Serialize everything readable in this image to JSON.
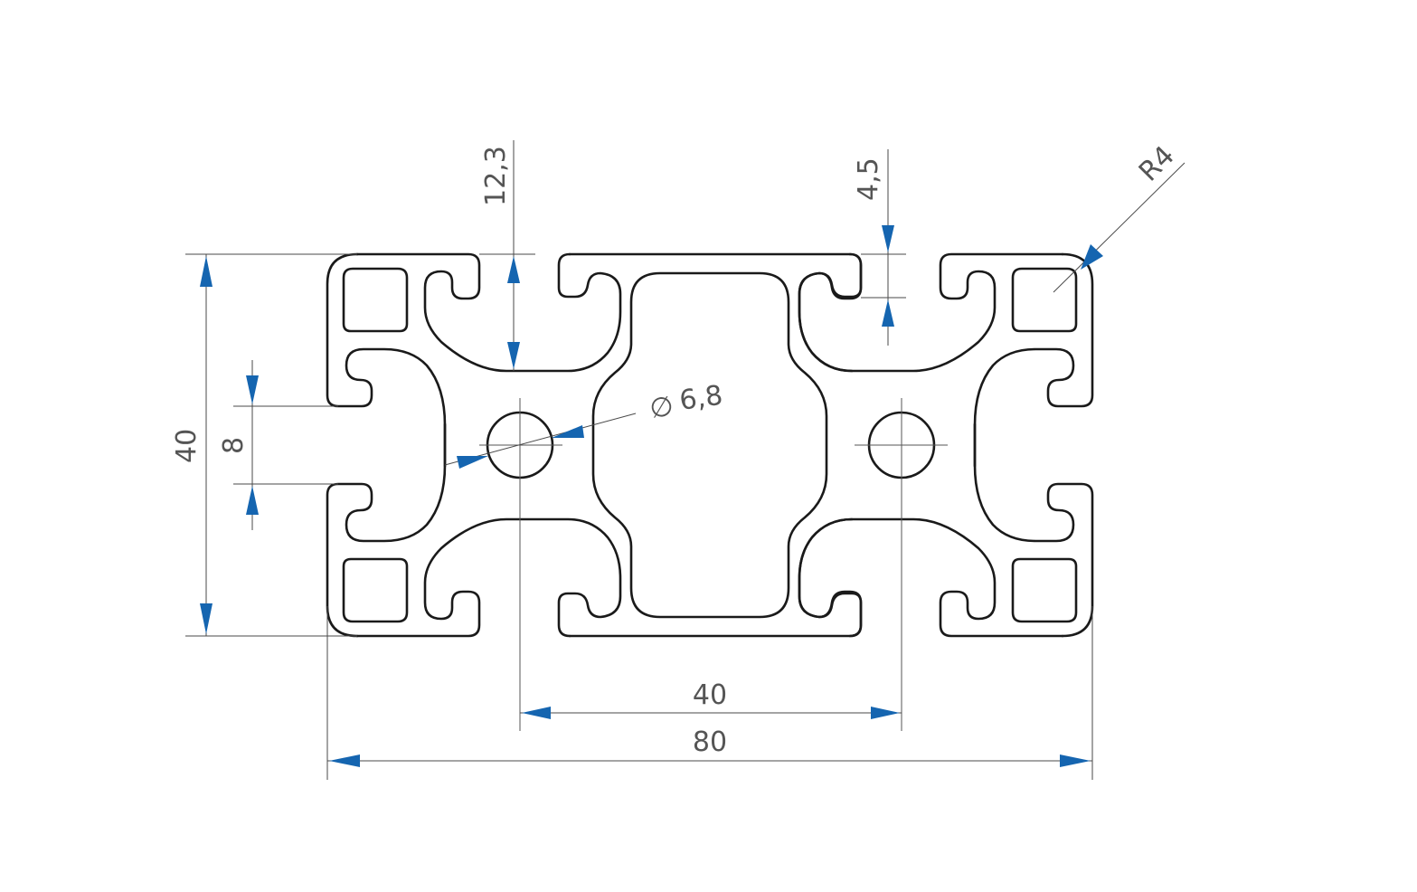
{
  "drawing": {
    "dimensions": {
      "slot_depth": "12,3",
      "slot_lip": "4,5",
      "corner_radius": "R4",
      "height": "40",
      "slot_width": "8",
      "hole_diameter_symbol": "∅",
      "hole_diameter": "6,8",
      "center_distance": "40",
      "width": "80"
    },
    "colors": {
      "outline": "#1a1a1a",
      "dimension_line": "#4a4a4a",
      "arrow": "#1565b0",
      "text": "#555555"
    }
  }
}
